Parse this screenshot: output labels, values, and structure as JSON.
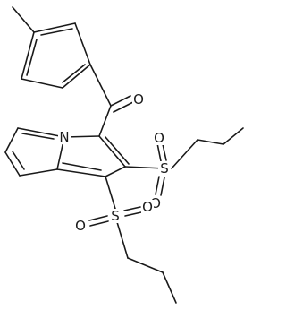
{
  "colors": {
    "bond": "#1a1a1a",
    "label": "#1a1a1a",
    "background": "#ffffff"
  },
  "atoms": {
    "oxygen": "O",
    "nitrogen": "N",
    "sulfur": "S"
  }
}
